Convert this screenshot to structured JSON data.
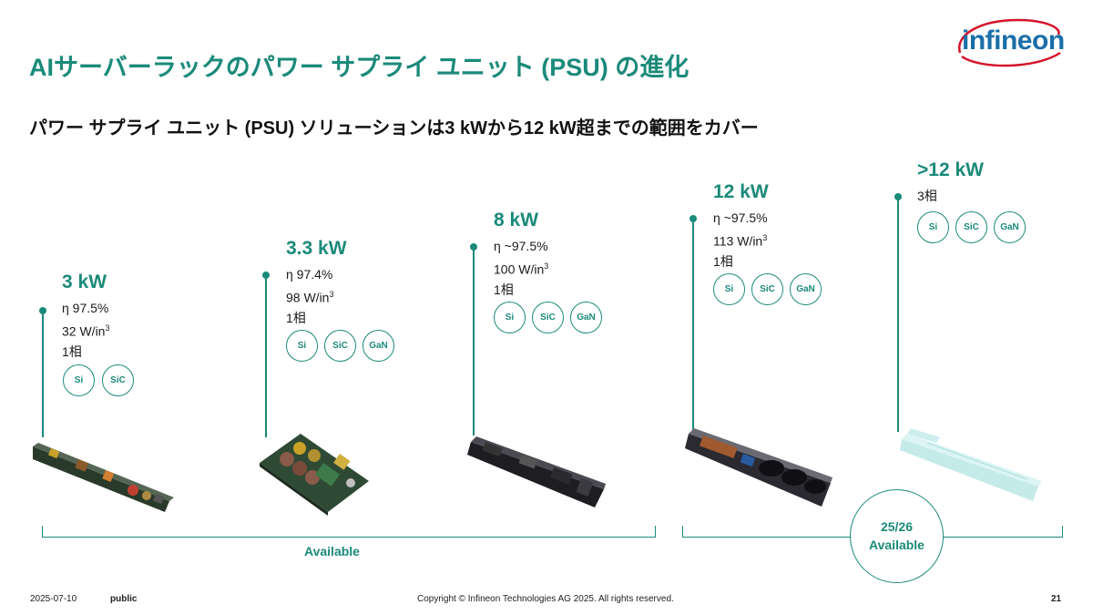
{
  "header": {
    "title": "AIサーバーラックのパワー サプライ ユニット (PSU) の進化",
    "subtitle": "パワー サプライ ユニット (PSU) ソリューションは3 kWから12 kW超までの範囲をカバー",
    "logo_text": "infineon"
  },
  "stages": [
    {
      "power": "3 kW",
      "eff": "η 97.5%",
      "density": "32 W/in",
      "density_unit_exp": "3",
      "phase": "1相",
      "badges": [
        "Si",
        "SiC"
      ]
    },
    {
      "power": "3.3 kW",
      "eff": "η 97.4%",
      "density": "98 W/in",
      "density_unit_exp": "3",
      "phase": "1相",
      "badges": [
        "Si",
        "SiC",
        "GaN"
      ]
    },
    {
      "power": "8 kW",
      "eff": "η ~97.5%",
      "density": "100 W/in",
      "density_unit_exp": "3",
      "phase": "1相",
      "badges": [
        "Si",
        "SiC",
        "GaN"
      ]
    },
    {
      "power": "12 kW",
      "eff": "η ~97.5%",
      "density": "113 W/in",
      "density_unit_exp": "3",
      "phase": "1相",
      "badges": [
        "Si",
        "SiC",
        "GaN"
      ]
    },
    {
      "power": ">12 kW",
      "phase": "3相",
      "badges": [
        "Si",
        "SiC",
        "GaN"
      ]
    }
  ],
  "availability": {
    "current": "Available",
    "future_line1": "25/26",
    "future_line2": "Available"
  },
  "footer": {
    "date": "2025-07-10",
    "classification": "public",
    "copyright": "Copyright © Infineon Technologies AG 2025. All rights reserved.",
    "page": "21"
  },
  "colors": {
    "accent": "#1b8a7a",
    "logo": "#1b6fa8",
    "logo_swoosh": "#d5142b"
  }
}
